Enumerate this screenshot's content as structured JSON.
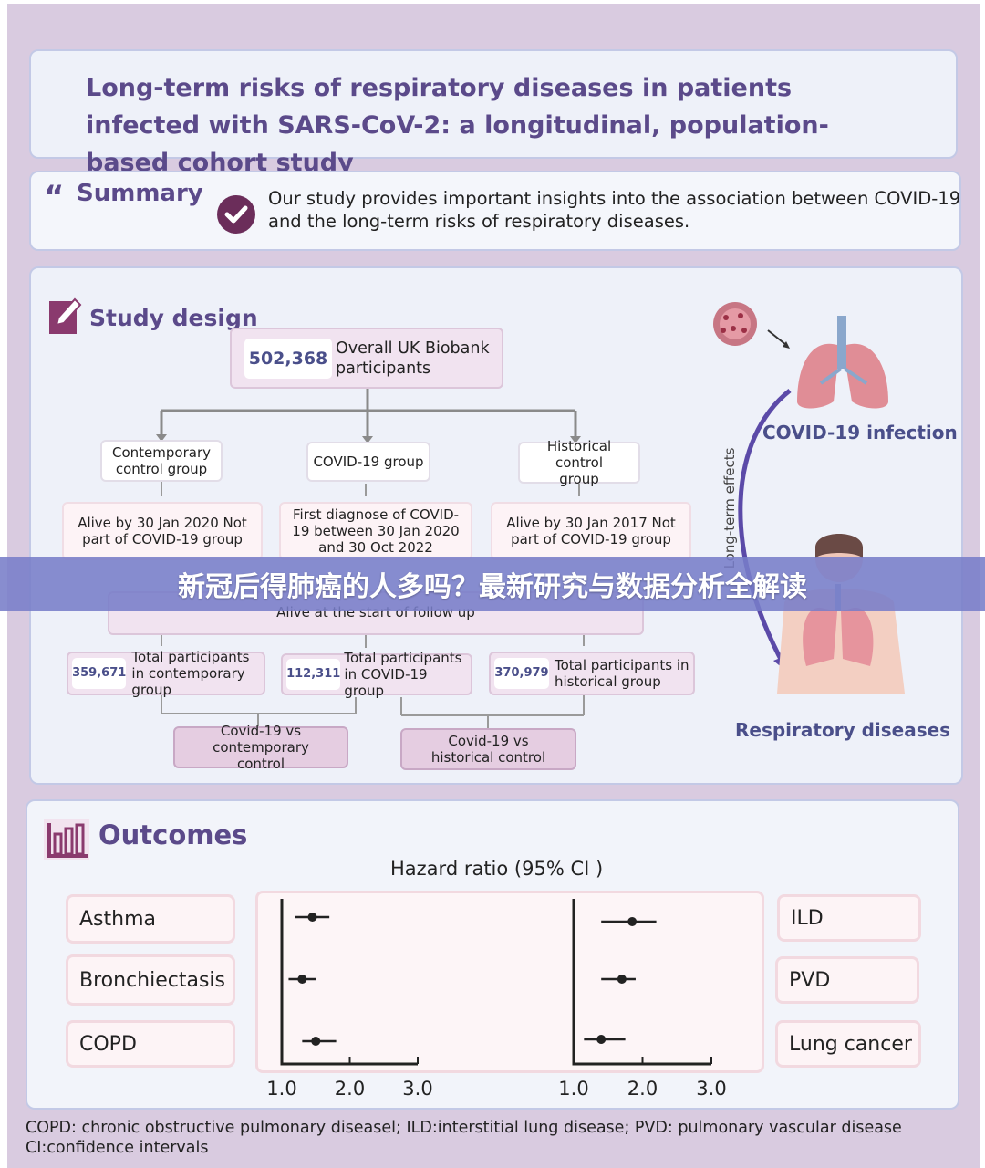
{
  "title": "Long-term risks of respiratory diseases in patients infected with SARS-CoV-2: a longitudinal, population-based cohort study",
  "summary": {
    "heading": "Summary",
    "text": "Our study provides important insights into the association between COVID-19 and the long-term risks of respiratory diseases."
  },
  "study_design": {
    "heading": "Study design",
    "overall": {
      "number": "502,368",
      "label": "Overall UK Biobank participants"
    },
    "groups": [
      {
        "name": "Contemporary control group",
        "criteria": "Alive by 30 Jan 2020 Not part of COVID-19 group",
        "count": "359,671",
        "total_label": "Total participants in contemporary group"
      },
      {
        "name": "COVID-19 group",
        "criteria": "First diagnose of COVID-19  between 30 Jan 2020 and 30 Oct 2022",
        "count": "112,311",
        "total_label": "Total participants in COVID-19 group"
      },
      {
        "name": "Historical control group",
        "criteria": "Alive by 30 Jan 2017 Not part of COVID-19 group",
        "count": "370,979",
        "total_label": "Total participants in historical group"
      }
    ],
    "alive_label": "Alive at the start of follow up",
    "comparisons": [
      "Covid-19 vs contemporary control",
      "Covid-19 vs historical control"
    ],
    "infection_label": "COVID-19 infection",
    "long_term_label": "Long-term effects",
    "disease_label": "Respiratory diseases"
  },
  "outcomes": {
    "heading": "Outcomes",
    "hr_label": "Hazard ratio (95% CI )",
    "left_labels": [
      "Asthma",
      "Bronchiectasis",
      "COPD"
    ],
    "right_labels": [
      "ILD",
      "PVD",
      "Lung cancer"
    ],
    "ticks": [
      "1.0",
      "2.0",
      "3.0"
    ]
  },
  "chart_data": [
    {
      "type": "scatter",
      "xlim": [
        1.0,
        3.0
      ],
      "categories": [
        "Asthma",
        "Bronchiectasis",
        "COPD"
      ],
      "estimates": [
        1.45,
        1.3,
        1.5
      ],
      "ci_low": [
        1.2,
        1.1,
        1.3
      ],
      "ci_high": [
        1.7,
        1.5,
        1.8
      ]
    },
    {
      "type": "scatter",
      "xlim": [
        1.0,
        3.0
      ],
      "categories": [
        "ILD",
        "PVD",
        "Lung cancer"
      ],
      "estimates": [
        1.85,
        1.7,
        1.4
      ],
      "ci_low": [
        1.4,
        1.4,
        1.15
      ],
      "ci_high": [
        2.2,
        1.9,
        1.75
      ]
    }
  ],
  "footnote": {
    "line1": "COPD: chronic obstructive pulmonary diseasel; ILD:interstitial lung disease; PVD: pulmonary vascular disease",
    "line2": "CI:confidence intervals"
  },
  "overlay_title": "新冠后得肺癌的人多吗？最新研究与数据分析全解读"
}
